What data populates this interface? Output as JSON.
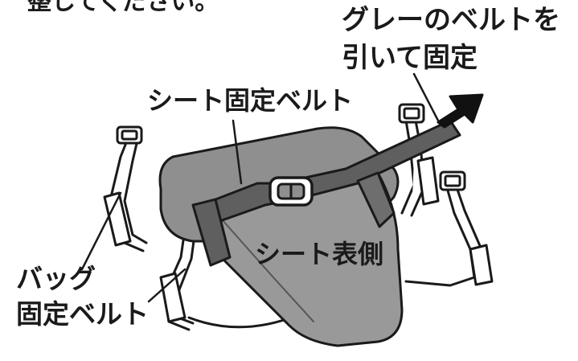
{
  "labels": {
    "top_cut": "整してください。",
    "pull_gray_line1": "グレーのベルトを",
    "pull_gray_line2": "引いて固定",
    "seat_belt": "シート固定ベルト",
    "seat_front": "シート表側",
    "bag_belt_line1": "バッグ",
    "bag_belt_line2": "固定ベルト"
  },
  "colors": {
    "seat_gray": "#8f8f8f",
    "seat_dark": "#6e6e6e",
    "belt_gray": "#5f5f5f",
    "outline": "#1a1a1a",
    "strap_white": "#ffffff"
  },
  "icons": [
    "pull-arrow-icon",
    "buckle-icon",
    "strap-clip-icon"
  ]
}
